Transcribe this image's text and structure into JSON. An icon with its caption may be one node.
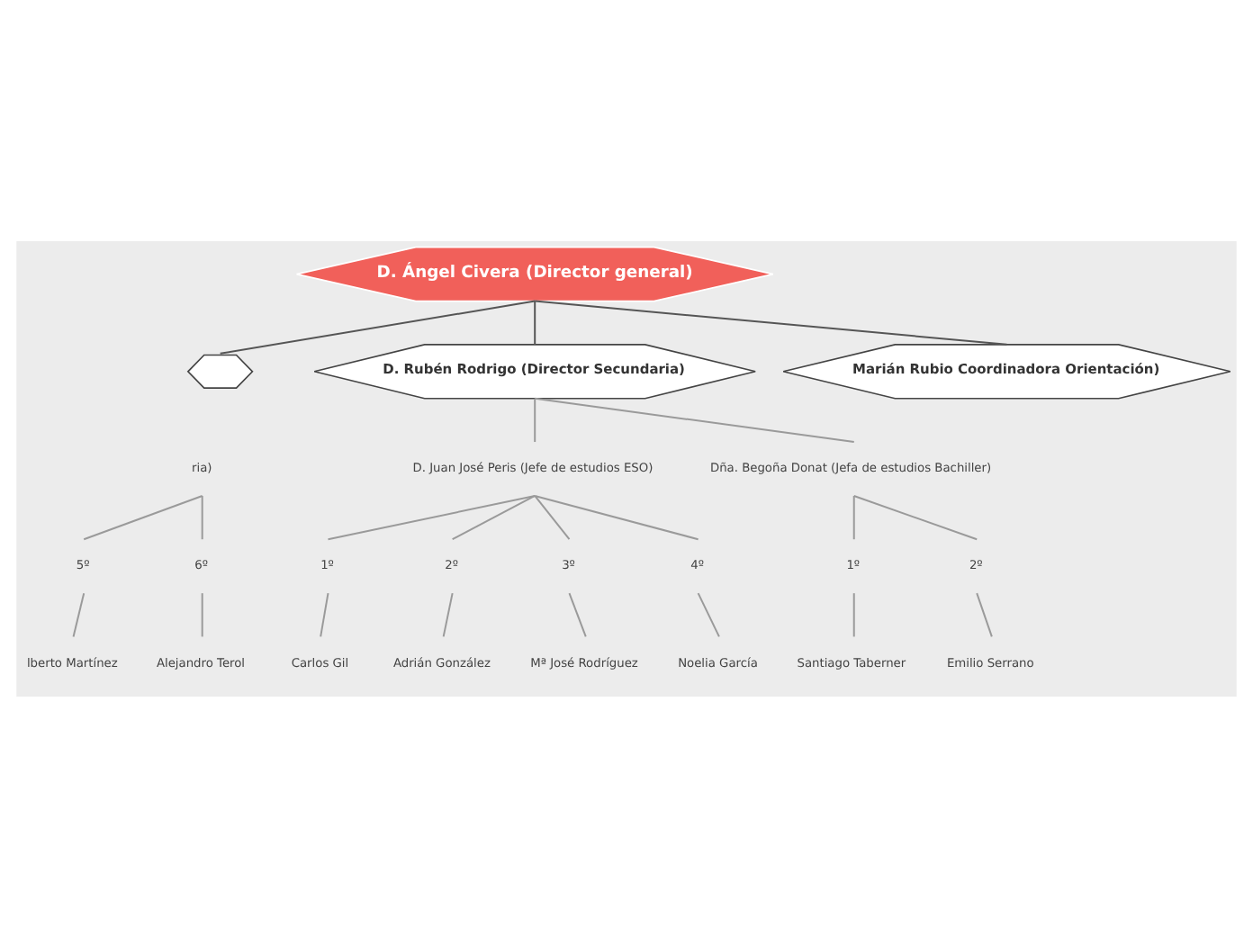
{
  "diagram": {
    "nodes": [
      {
        "text": [
          "D. Ángel Civera (Director general)"
        ]
      },
      {
        "text": [],
        "shape": "hexagon"
      },
      {
        "text": [
          "D. Rubén Rodrigo (Director Secundaria)"
        ]
      },
      {
        "text": [
          "Marián Rubio Coordinadora Orientación)"
        ]
      },
      {
        "text": [
          "ria)"
        ]
      },
      {
        "text": [
          "D. Juan José Peris (Jefe de estudios ESO)"
        ]
      },
      {
        "text": [
          "Dña. Begoña Donat (Jefa de estudios Bachiller)"
        ]
      },
      {
        "text": [
          "5º"
        ]
      },
      {
        "text": [
          "6º"
        ]
      },
      {
        "text": [
          "1º"
        ]
      },
      {
        "text": [
          "2º"
        ]
      },
      {
        "text": [
          "3º"
        ]
      },
      {
        "text": [
          "4º"
        ]
      },
      {
        "text": [
          "1º"
        ]
      },
      {
        "text": [
          "2º"
        ]
      },
      {
        "text": [
          "lberto Martínez"
        ]
      },
      {
        "text": [
          "Alejandro Terol"
        ]
      },
      {
        "text": [
          "Carlos Gil"
        ]
      },
      {
        "text": [
          "Adrián González"
        ]
      },
      {
        "text": [
          "Mª José Rodríguez"
        ]
      },
      {
        "text": [
          "Noelia García"
        ]
      },
      {
        "text": [
          "Santiago Taberner"
        ]
      },
      {
        "text": [
          "Emilio Serrano"
        ]
      }
    ],
    "edges": [
      {
        "from": 0,
        "to": 1,
        "arrow": "none",
        "color": "#555555"
      },
      {
        "from": 0,
        "to": 2,
        "arrow": "none",
        "color": "#555555"
      },
      {
        "from": 0,
        "to": 3,
        "arrow": "none",
        "color": "#555555"
      },
      {
        "from": 2,
        "to": 5,
        "arrow": "none"
      },
      {
        "from": 2,
        "to": 6,
        "arrow": "none"
      },
      {
        "from": 4,
        "to": 7,
        "arrow": "none"
      },
      {
        "from": 4,
        "to": 8,
        "arrow": "none"
      },
      {
        "from": 5,
        "to": 9,
        "arrow": "none"
      },
      {
        "from": 5,
        "to": 10,
        "arrow": "none"
      },
      {
        "from": 5,
        "to": 11,
        "arrow": "none"
      },
      {
        "from": 5,
        "to": 12,
        "arrow": "none"
      },
      {
        "from": 6,
        "to": 13,
        "arrow": "none"
      },
      {
        "from": 6,
        "to": 14,
        "arrow": "none"
      },
      {
        "from": 7,
        "to": 15,
        "arrow": "none"
      },
      {
        "from": 8,
        "to": 16,
        "arrow": "none"
      },
      {
        "from": 9,
        "to": 17,
        "arrow": "none"
      },
      {
        "from": 10,
        "to": 18,
        "arrow": "none"
      },
      {
        "from": 11,
        "to": 19,
        "arrow": "none"
      },
      {
        "from": 12,
        "to": 20,
        "arrow": "none"
      },
      {
        "from": 13,
        "to": 21,
        "arrow": "none"
      },
      {
        "from": 14,
        "to": 22,
        "arrow": "none"
      }
    ]
  }
}
